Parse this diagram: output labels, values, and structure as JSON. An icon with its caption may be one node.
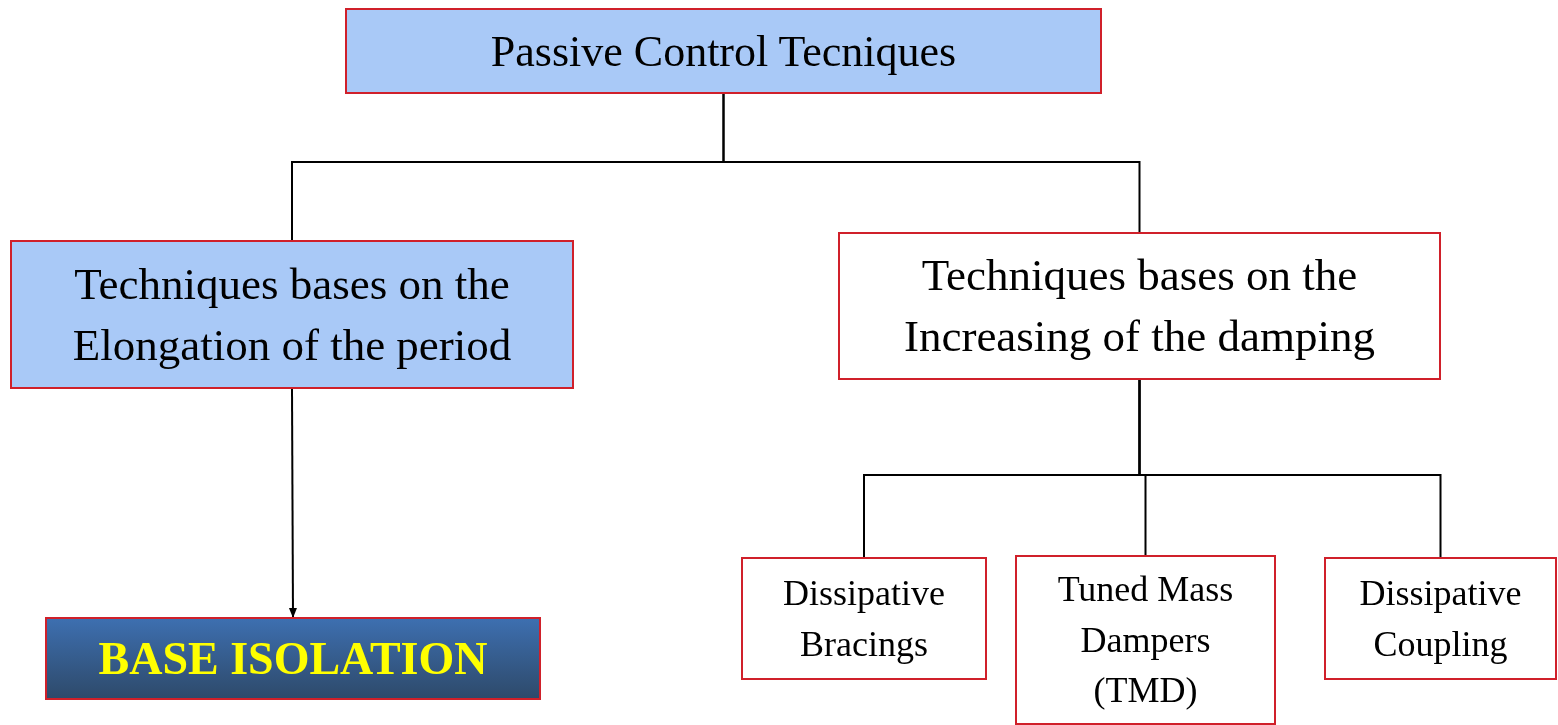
{
  "diagram": {
    "nodes": [
      {
        "text": [
          "Passive Control Tecniques"
        ]
      },
      {
        "text": [
          "Techniques bases on the Elongation of the period"
        ]
      },
      {
        "text": [
          "Techniques bases on the Increasing of the damping"
        ]
      },
      {
        "text": [
          "BASE ISOLATION"
        ]
      },
      {
        "text": [
          "Dissipative Bracings"
        ]
      },
      {
        "text": [
          "Tuned Mass Dampers (TMD)"
        ]
      },
      {
        "text": [
          "Dissipative Coupling"
        ]
      }
    ],
    "edges": [
      {
        "from": 0,
        "to": 1,
        "arrow": "none"
      },
      {
        "from": 0,
        "to": 2,
        "arrow": "none"
      },
      {
        "from": 1,
        "to": 3,
        "arrow": "to"
      },
      {
        "from": 2,
        "to": 4,
        "arrow": "none"
      },
      {
        "from": 2,
        "to": 5,
        "arrow": "none"
      },
      {
        "from": 2,
        "to": 6,
        "arrow": "none"
      }
    ]
  }
}
